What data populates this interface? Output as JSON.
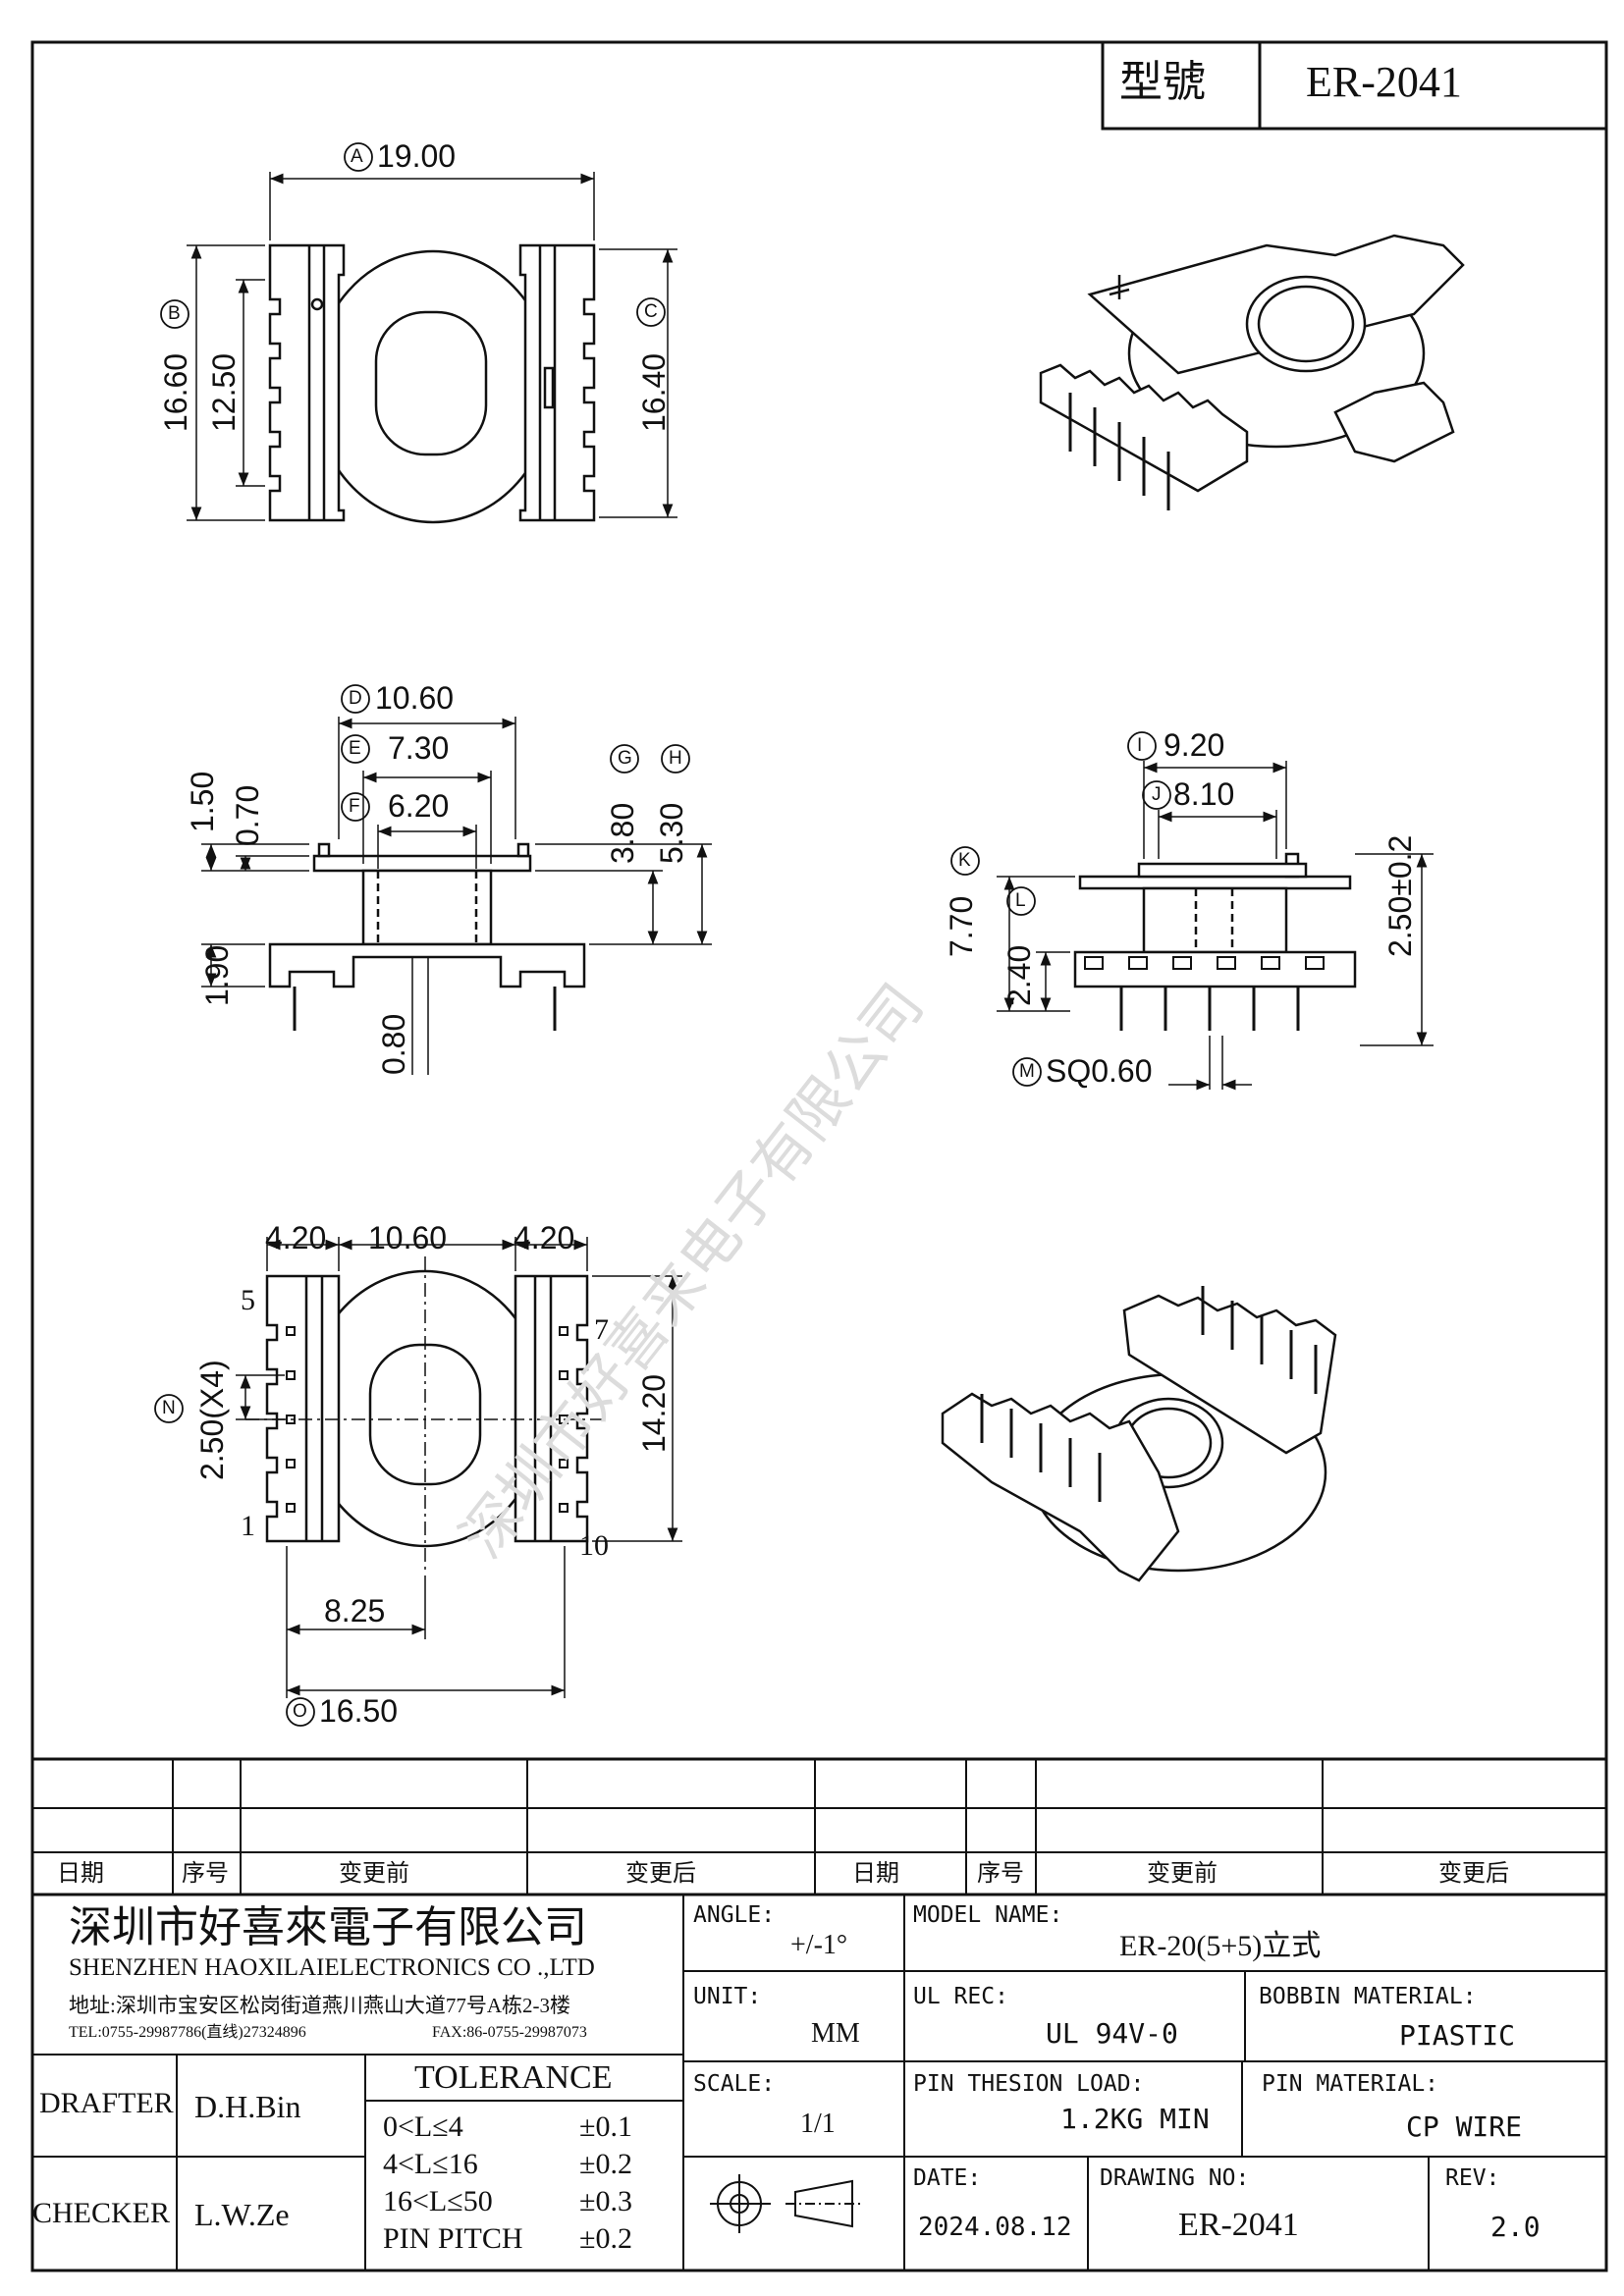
{
  "header": {
    "model_label": "型號",
    "model_value": "ER-2041"
  },
  "top_view": {
    "dims": {
      "A": "19.00",
      "B": "16.60",
      "C": "16.40",
      "inner_h": "12.50"
    },
    "letters": {
      "A": "A",
      "B": "B",
      "C": "C"
    }
  },
  "side_view": {
    "dims": {
      "D": "10.60",
      "E": "7.30",
      "F": "6.20",
      "G": "3.80",
      "H": "5.30",
      "v1": "1.50",
      "v2": "0.70",
      "v3": "1.90",
      "pin": "0.80"
    },
    "letters": {
      "D": "D",
      "E": "E",
      "F": "F",
      "G": "G",
      "H": "H"
    }
  },
  "front_view": {
    "dims": {
      "I": "9.20",
      "J": "8.10",
      "K": "7.70",
      "L": "2.40",
      "M": "SQ0.60",
      "right": "2.50±0.2"
    },
    "letters": {
      "I": "I",
      "J": "J",
      "K": "K",
      "L": "L",
      "M": "M"
    }
  },
  "bottom_view": {
    "dims": {
      "left": "4.20",
      "center": "10.60",
      "right": "4.20",
      "N": "2.50(X4)",
      "height": "14.20",
      "half": "8.25",
      "O": "16.50"
    },
    "letters": {
      "N": "N",
      "O": "O"
    },
    "pins": {
      "p5": "5",
      "p7": "7",
      "p1": "1",
      "p10": "10"
    }
  },
  "watermark": "深圳市好喜来电子有限公司",
  "revision_table": {
    "headers": [
      "日期",
      "序号",
      "变更前",
      "变更后",
      "日期",
      "序号",
      "变更前",
      "变更后"
    ]
  },
  "company": {
    "name_cn": "深圳市好喜來電子有限公司",
    "name_en": "SHENZHEN HAOXILAIELECTRONICS CO .,LTD",
    "address": "地址:深圳市宝安区松岗街道燕川燕山大道77号A栋2-3楼",
    "tel": "TEL:0755-29987786(直线)27324896",
    "fax": "FAX:86-0755-29987073"
  },
  "title_block": {
    "angle_label": "ANGLE:",
    "angle_value": "+/-1°",
    "unit_label": "UNIT:",
    "unit_value": "MM",
    "scale_label": "SCALE:",
    "scale_value": "1/1",
    "model_name_label": "MODEL NAME:",
    "model_name_value": "ER-20(5+5)立式",
    "ul_label": "UL REC:",
    "ul_value": "UL  94V-0",
    "bobbin_label": "BOBBIN MATERIAL:",
    "bobbin_value": "PIASTIC",
    "pin_load_label": "PIN THESION LOAD:",
    "pin_load_value": "1.2KG MIN",
    "pin_material_label": "PIN MATERIAL:",
    "pin_material_value": "CP  WIRE",
    "date_label": "DATE:",
    "date_value": "2024.08.12",
    "drawing_no_label": "DRAWING NO:",
    "drawing_no_value": "ER-2041",
    "rev_label": "REV:",
    "rev_value": "2.0",
    "drafter_label": "DRAFTER",
    "drafter_value": "D.H.Bin",
    "checker_label": "CHECKER",
    "checker_value": "L.W.Ze",
    "tolerance_title": "TOLERANCE",
    "tolerances": [
      {
        "range": "0<L≤4",
        "value": "±0.1"
      },
      {
        "range": "4<L≤16",
        "value": "±0.2"
      },
      {
        "range": "16<L≤50",
        "value": "±0.3"
      },
      {
        "range": "PIN PITCH",
        "value": "±0.2"
      }
    ]
  }
}
